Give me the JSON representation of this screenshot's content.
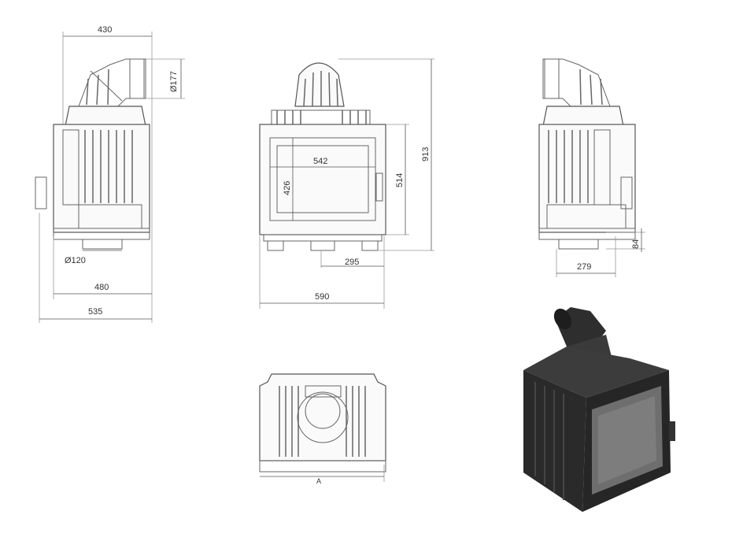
{
  "drawing": {
    "left_view": {
      "width_top": "430",
      "flue_diameter": "Ø177",
      "outlet_diameter": "Ø120",
      "width_mid": "480",
      "width_total": "535"
    },
    "front_view": {
      "glass_width": "542",
      "glass_height": "426",
      "door_height": "514",
      "total_height": "913",
      "outlet_offset": "295",
      "total_width": "590"
    },
    "right_view": {
      "feet_height": "84",
      "outlet_depth": "279"
    },
    "bottom_view": {
      "label": "A"
    },
    "render": {
      "colors": {
        "body": "#2b2b2b",
        "glass": "#6e6e6e",
        "highlight": "#4a4a4a"
      }
    }
  }
}
